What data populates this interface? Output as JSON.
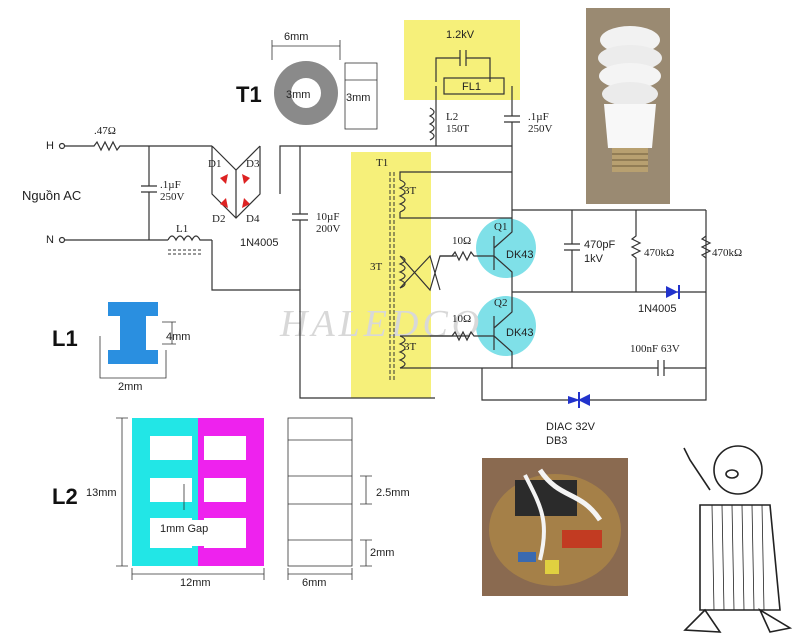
{
  "title_T1": "T1",
  "title_L1": "L1",
  "title_L2": "L2",
  "ac_source": "Nguồn AC",
  "terminal_H": "H",
  "terminal_N": "N",
  "t1_core": {
    "outer": "6mm",
    "inner": "3mm",
    "side": "3mm"
  },
  "fuse_res": ".47Ω",
  "cap_in": {
    "value": ".1µF",
    "voltage": "250V"
  },
  "l1_label": "L1",
  "diodes": {
    "d1": "D1",
    "d2": "D2",
    "d3": "D3",
    "d4": "D4",
    "type": "1N4005"
  },
  "cap_bulk": {
    "value": "10µF",
    "voltage": "200V"
  },
  "cap_hv": "1.2kV",
  "lamp": "FL1",
  "l2_label": "L2",
  "l2_turns": "150T",
  "cap_out": {
    "value": ".1µF",
    "voltage": "250V"
  },
  "t1_label": "T1",
  "turns": {
    "a": "3T",
    "b": "3T",
    "c": "3T"
  },
  "res_base1": "10Ω",
  "res_base2": "10Ω",
  "q1": {
    "name": "Q1",
    "type": "DK43"
  },
  "q2": {
    "name": "Q2",
    "type": "DK43"
  },
  "cap_snub": {
    "value": "470pF",
    "voltage": "1kV"
  },
  "r1": "470kΩ",
  "r2": "470kΩ",
  "diode_out": "1N4005",
  "cap_diac": "100nF 63V",
  "diac": {
    "line1": "DIAC 32V",
    "line2": "DB3"
  },
  "l1_core": {
    "h": "4mm",
    "w": "2mm"
  },
  "l2_core": {
    "height": "13mm",
    "width": "12mm",
    "gap": "1mm Gap",
    "depth": "6mm",
    "seg1": "2.5mm",
    "seg2": "2mm"
  },
  "watermark": "HALEDCO",
  "colors": {
    "yellow": "#f6f07a",
    "cyan": "#7fe0e8",
    "blue": "#2a8fe0",
    "core_cyan": "#22e6e6",
    "core_magenta": "#ee22ee",
    "ring": "#8a8a8a",
    "diode_red": "#dd2222"
  }
}
